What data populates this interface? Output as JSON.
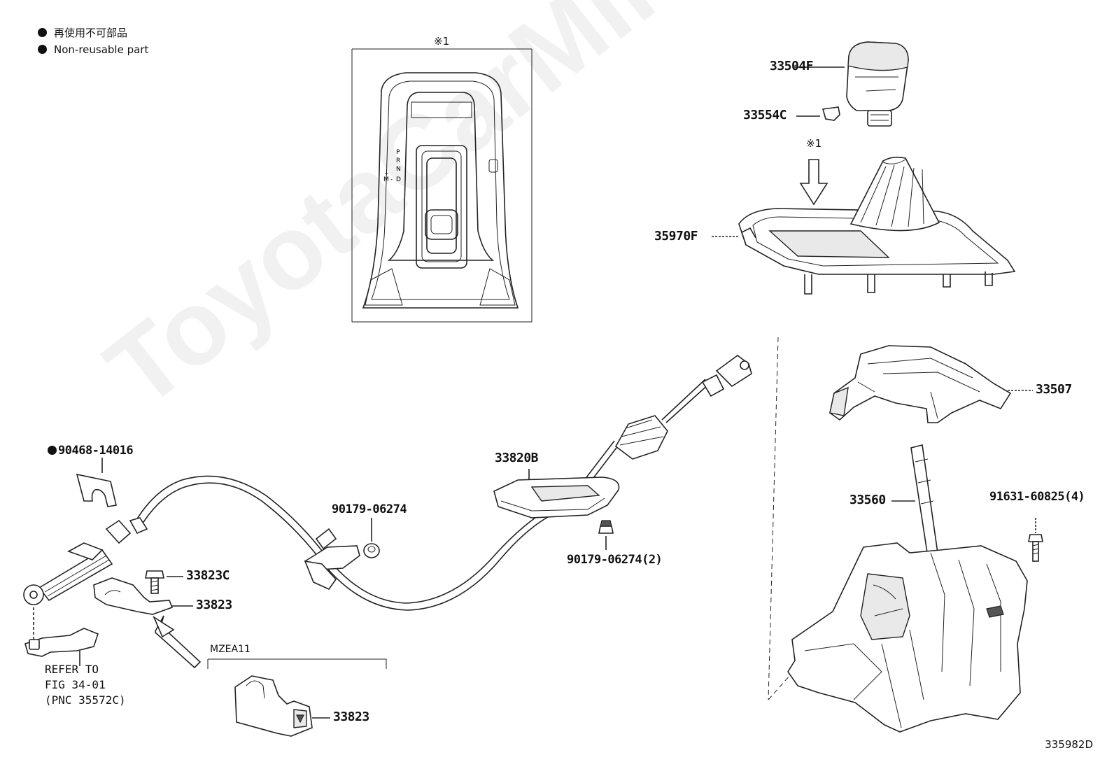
{
  "legend": {
    "jp": "再使用不可部品",
    "en": "Non-reusable part"
  },
  "notes": {
    "ref_mark_top": "※1",
    "ref_mark_arrow": "※1",
    "variant": "MZEA11",
    "refer_to": "REFER TO\nFIG 34-01\n(PNC 35572C)",
    "diagram_code": "335982D"
  },
  "shift_pattern": [
    "P",
    "R",
    "N",
    "D",
    "M",
    "+",
    "-"
  ],
  "parts": {
    "p33504F": "33504F",
    "p33554C": "33554C",
    "p35970F": "35970F",
    "p33507": "33507",
    "p33560": "33560",
    "p91631": "91631-60825(4)",
    "p33820B": "33820B",
    "p90179a": "90179-06274",
    "p90179b": "90179-06274(2)",
    "p90468": "90468-14016",
    "p33823C": "33823C",
    "p33823a": "33823",
    "p33823b": "33823"
  },
  "watermark": "ToyotaCarMine.ru"
}
